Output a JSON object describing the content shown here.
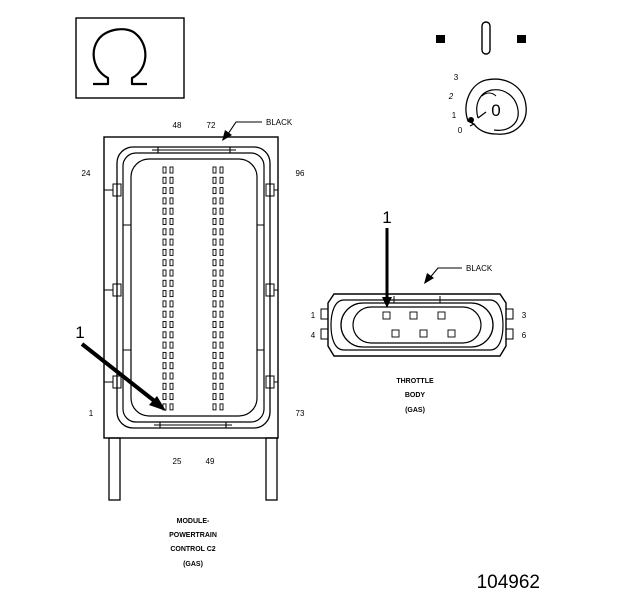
{
  "ohmmeter": {
    "icon": "ohm-symbol-icon",
    "switch_positions": [
      "3",
      "2",
      "1",
      "0"
    ],
    "knob_label": "0"
  },
  "pcm_connector": {
    "top_labels": [
      "48",
      "72"
    ],
    "bottom_labels": [
      "25",
      "49"
    ],
    "left_labels": [
      "24",
      "1"
    ],
    "right_labels": [
      "96",
      "73"
    ],
    "color_callout": "BLACK",
    "caption": [
      "MODULE-",
      "POWERTRAIN",
      "CONTROL C2",
      "(GAS)"
    ],
    "probe_pin_label": "1"
  },
  "throttle_connector": {
    "left_labels": [
      "1",
      "4"
    ],
    "right_labels": [
      "3",
      "6"
    ],
    "color_callout": "BLACK",
    "caption": [
      "THROTTLE",
      "BODY",
      "(GAS)"
    ],
    "probe_pin_label": "1"
  },
  "figure_number": "104962"
}
